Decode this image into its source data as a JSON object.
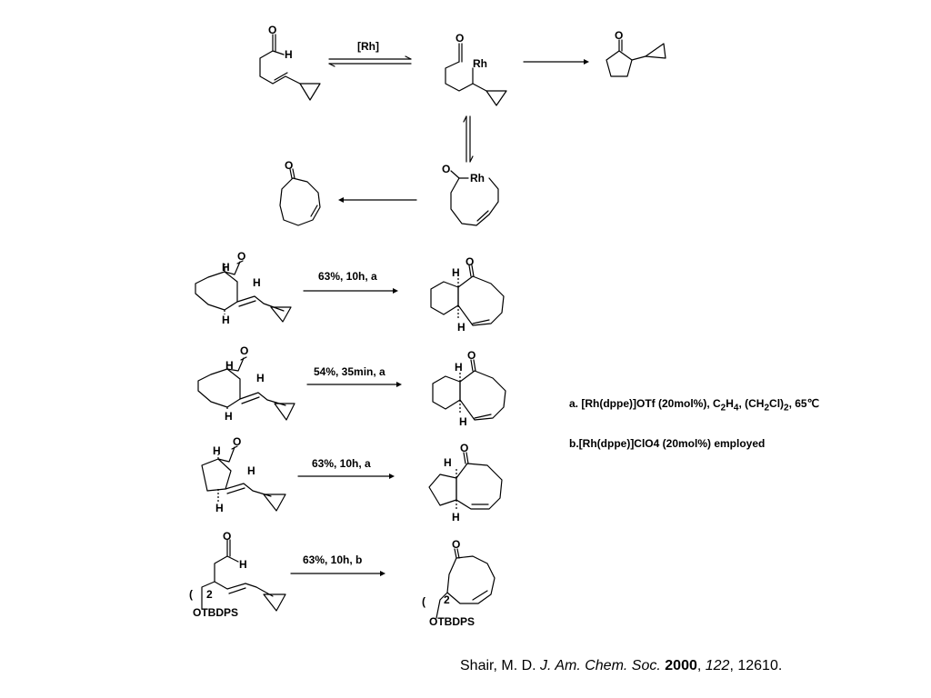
{
  "labels": {
    "o": "O",
    "h": "H",
    "rh": "Rh",
    "catalyst": "[Rh]",
    "n2": "2",
    "paren": "(",
    "otbdps": "OTBDPS"
  },
  "reactions": [
    {
      "condition": "63%, 10h, a"
    },
    {
      "condition": "54%, 35min, a"
    },
    {
      "condition": "63%, 10h, a"
    },
    {
      "condition": "63%, 10h, b"
    }
  ],
  "notes": {
    "a_prefix": "a. [Rh(dppe)]OTf (20mol%), C",
    "a_sub1": "2",
    "a_mid1": "H",
    "a_sub2": "4",
    "a_mid2": ", (CH",
    "a_sub3": "2",
    "a_mid3": "Cl)",
    "a_sub4": "2",
    "a_suffix": ", 65℃",
    "b": "b.[Rh(dppe)]ClO4 (20mol%) employed"
  },
  "citation": {
    "authors": "Shair, M. D. ",
    "journal": "J. Am. Chem. Soc.",
    "year": "2000",
    "sep1": ", ",
    "volume": "122",
    "pages": ", 12610."
  }
}
